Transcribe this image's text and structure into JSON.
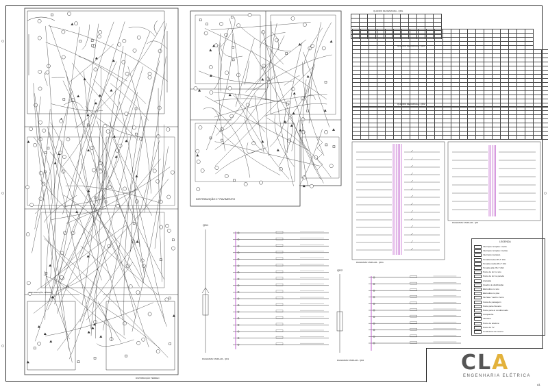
{
  "title_block": {
    "logo_main": "CL",
    "logo_accent": "A",
    "logo_sub": "ENGENHARIA ELÉTRICA",
    "sheet_number": "A1"
  },
  "plan_labels": {
    "plan_left_caption": "DISTRIBUIÇÃO TÉRREO",
    "plan_left_bottom": "DISTRIBUIÇÃO TÉRREO",
    "plan_center_caption": "DISTRIBUIÇÃO 1º PAVIMENTO"
  },
  "diagrams": {
    "qd1_title": "QD1",
    "qd1_caption": "DIAGRAMA UNIFILAR - QD1",
    "qd2_title": "QD2",
    "qd2_caption": "DIAGRAMA UNIFILAR - QD2",
    "qdg_caption": "DIAGRAMA UNIFILAR - QDG",
    "qm_caption": "DIAGRAMA UNIFILAR - QM"
  },
  "schedules": {
    "header_title": "QUADRO DE DEMANDA - QDG",
    "loads_title": "QUADRO DE CARGAS - QD1",
    "loads2_title": "QUADRO DE CARGAS - QD2"
  },
  "legend": {
    "title": "LEGENDA",
    "items": [
      "Interruptor simples 1 tecla",
      "Interruptor simples 2 teclas",
      "Interruptor paralelo",
      "Tomada baixa 2P+T 10A",
      "Tomada média 2P+T 10A",
      "Tomada alta 2P+T 20A",
      "Ponto de luz no teto",
      "Ponto de luz na parede",
      "Arandela",
      "Quadro de distribuição",
      "Eletroduto no teto",
      "Eletroduto no piso",
      "Fio fase / neutro / terra",
      "Caixa de passagem",
      "Ponto para chuveiro",
      "Ponto para ar condicionado",
      "Campainha",
      "Interfone",
      "Ponto de telefone",
      "Ponto de TV",
      "Condutores de retorno"
    ]
  },
  "colors": {
    "line": "#333333",
    "bus": "#b03cc0",
    "accent": "#e3b23c",
    "logo": "#555555"
  }
}
